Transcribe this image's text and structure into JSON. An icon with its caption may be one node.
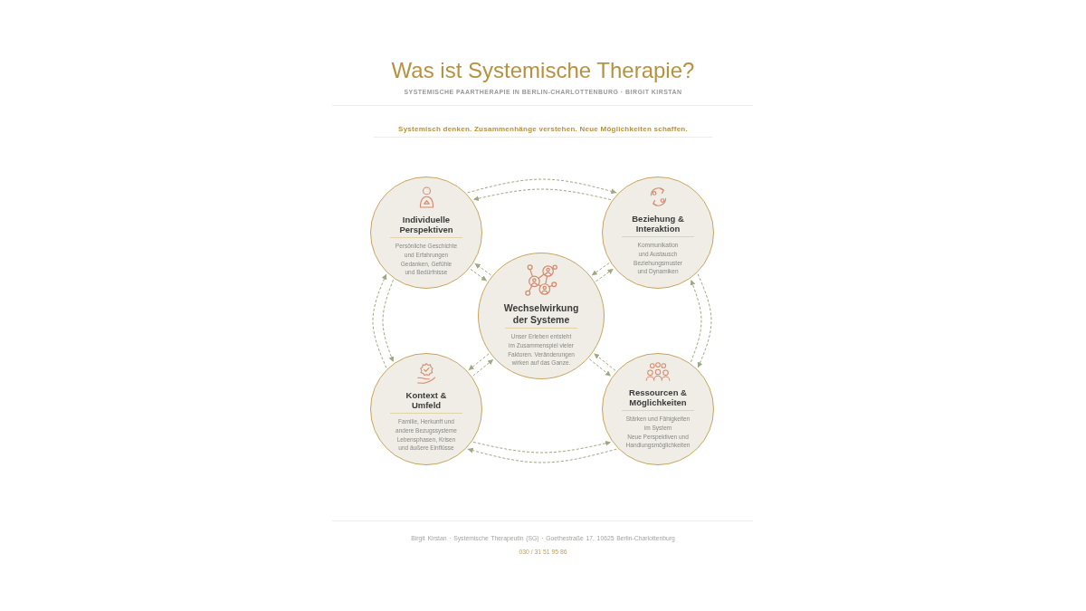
{
  "diagram": {
    "title": "Was ist Systemische Therapie?",
    "nodes": [
      {
        "text": [
          "Individuelle Perspektiven",
          "Persönliche Geschichte und Erfahrungen",
          "Gedanken, Gefühle und Bedürfnisse"
        ]
      },
      {
        "text": [
          "Beziehung & Interaktion",
          "Kommunikation und Austausch",
          "Beziehungsmuster und Dynamiken"
        ]
      },
      {
        "text": [
          "Wechselwirkung der Systeme",
          "Unser Erleben entsteht im Zusammenspiel vieler Faktoren. Veränderungen wirken auf das Ganze."
        ]
      },
      {
        "text": [
          "Kontext & Umfeld",
          "Familie, Herkunft und andere Bezugssysteme",
          "Lebensphasen, Krisen und äußere Einflüsse"
        ]
      },
      {
        "text": [
          "Ressourcen & Möglichkeiten",
          "Stärken und Fähigkeiten im System",
          "Neue Perspektiven und Handlungsmöglichkeiten"
        ]
      }
    ],
    "edges": [
      {
        "from": 0,
        "to": 1,
        "arrow": "to",
        "style": "dashed"
      },
      {
        "from": 1,
        "to": 0,
        "arrow": "to",
        "style": "dashed"
      },
      {
        "from": 1,
        "to": 4,
        "arrow": "to",
        "style": "dashed"
      },
      {
        "from": 4,
        "to": 1,
        "arrow": "to",
        "style": "dashed"
      },
      {
        "from": 4,
        "to": 3,
        "arrow": "to",
        "style": "dashed"
      },
      {
        "from": 3,
        "to": 4,
        "arrow": "to",
        "style": "dashed"
      },
      {
        "from": 3,
        "to": 0,
        "arrow": "to",
        "style": "dashed"
      },
      {
        "from": 0,
        "to": 3,
        "arrow": "to",
        "style": "dashed"
      },
      {
        "from": 2,
        "to": 0,
        "arrow": "to",
        "style": "dashed"
      },
      {
        "from": 0,
        "to": 2,
        "arrow": "to",
        "style": "dashed"
      },
      {
        "from": 2,
        "to": 1,
        "arrow": "to",
        "style": "dashed"
      },
      {
        "from": 1,
        "to": 2,
        "arrow": "to",
        "style": "dashed"
      },
      {
        "from": 2,
        "to": 3,
        "arrow": "to",
        "style": "dashed"
      },
      {
        "from": 3,
        "to": 2,
        "arrow": "to",
        "style": "dashed"
      },
      {
        "from": 2,
        "to": 4,
        "arrow": "to",
        "style": "dashed"
      },
      {
        "from": 4,
        "to": 2,
        "arrow": "to",
        "style": "dashed"
      }
    ],
    "labels": [
      "SYSTEMISCHE PAARTHERAPIE IN BERLIN-CHARLOTTENBURG · BIRGIT KIRSTAN",
      "Systemisch denken. Zusammenhänge verstehen. Neue Möglichkeiten schaffen.",
      "Birgit Kirstan · Systemische Therapeutin (SG) · Goethestraße 17, 10625 Berlin-Charlottenburg",
      "030 / 31 51 95 86"
    ]
  }
}
